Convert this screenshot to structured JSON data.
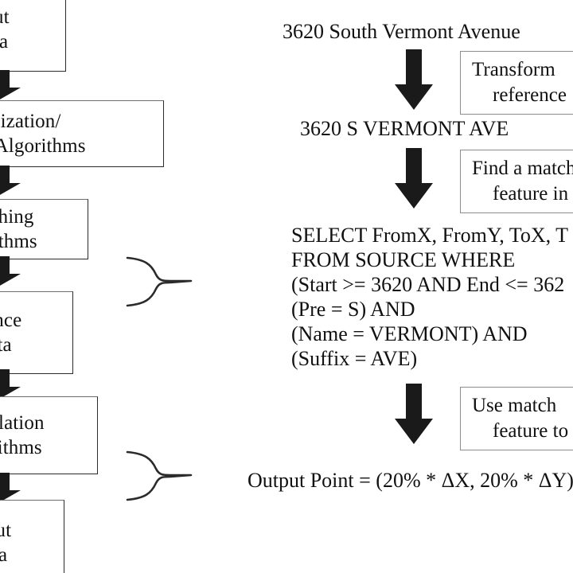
{
  "figure": {
    "type": "process-flow-diagram",
    "colors": {
      "background": "#ffffff",
      "ink": "#111111",
      "box_border": "#6e6e6e",
      "note_border": "#8d8d8d",
      "arrow_fill": "#1a1a1a"
    }
  },
  "left_column": {
    "note": "boxes are cropped by the left edge of the image",
    "boxes": [
      {
        "id": "input-data",
        "lines": [
          "put",
          "ata"
        ]
      },
      {
        "id": "standardization",
        "lines": [
          "lization/",
          "on Algorithms"
        ]
      },
      {
        "id": "matching-algorithms",
        "lines": [
          "ching",
          "rithms"
        ]
      },
      {
        "id": "reference-data",
        "lines": [
          "rence",
          "ata"
        ]
      },
      {
        "id": "interpolation",
        "lines": [
          "olation",
          "rithms"
        ]
      },
      {
        "id": "output-data",
        "lines": [
          "tput",
          "ata"
        ]
      }
    ],
    "braces": [
      {
        "id": "brace-upper",
        "points_to": "matching-and-reference-group"
      },
      {
        "id": "brace-lower",
        "points_to": "interpolation-and-output-group"
      }
    ]
  },
  "right_column": {
    "steps": [
      {
        "id": "raw-address",
        "kind": "text",
        "text": "3620 South Vermont Avenue"
      },
      {
        "id": "note-transform",
        "kind": "note",
        "lines": [
          "Transform",
          "reference"
        ]
      },
      {
        "id": "standardized-address",
        "kind": "text",
        "text": "3620 S VERMONT AVE"
      },
      {
        "id": "note-find-match",
        "kind": "note",
        "lines": [
          "Find a match",
          "feature in"
        ]
      },
      {
        "id": "sql-query",
        "kind": "code",
        "lines": [
          "SELECT FromX, FromY, ToX, T",
          "FROM SOURCE WHERE",
          "(Start >= 3620 AND End <= 362",
          "(Pre = S) AND",
          "(Name = VERMONT) AND",
          "(Suffix = AVE)"
        ]
      },
      {
        "id": "note-use-match",
        "kind": "note",
        "lines": [
          "Use match",
          "feature to"
        ]
      },
      {
        "id": "output-point",
        "kind": "text",
        "text": "Output Point = (20% * ΔX, 20% * ΔY)"
      }
    ],
    "arrows": [
      {
        "id": "arrow-1",
        "direction": "down"
      },
      {
        "id": "arrow-2",
        "direction": "down"
      },
      {
        "id": "arrow-3",
        "direction": "down"
      }
    ]
  }
}
